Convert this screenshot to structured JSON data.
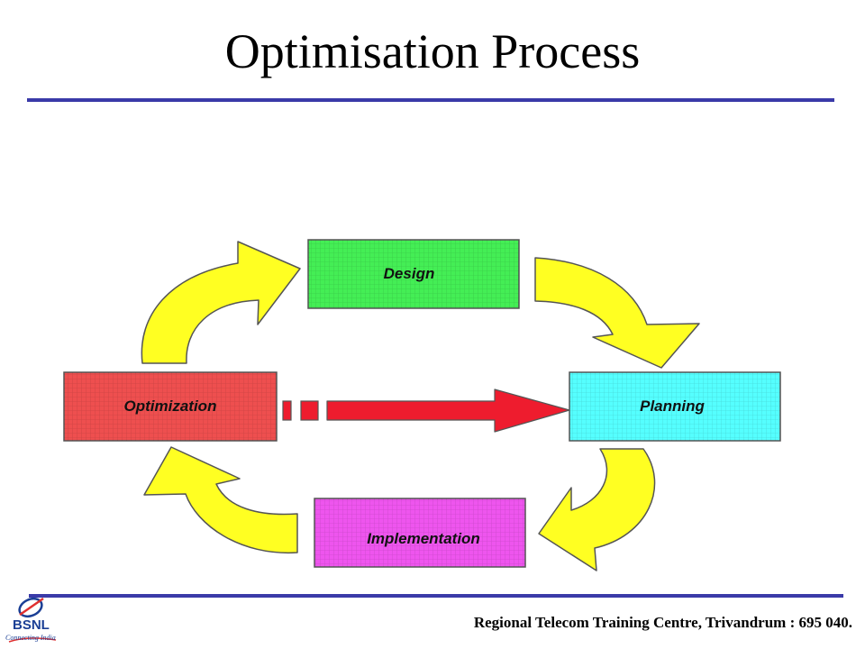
{
  "slide": {
    "title": "Optimisation Process",
    "footer": "Regional Telecom Training Centre, Trivandrum : 695 040."
  },
  "logo": {
    "word": "BSNL",
    "tagline": "Connecting India"
  },
  "diagram": {
    "stages": {
      "design": "Design",
      "planning": "Planning",
      "implementation": "Implementation",
      "optimization": "Optimization"
    },
    "colors": {
      "design": "#44ee55",
      "planning": "#55ffff",
      "implementation": "#ee55ee",
      "optimization": "#ee4f4f",
      "cycle_arrow": "#ffff22",
      "direct_arrow": "#ee1c2e",
      "grid_line": "rgba(0,0,0,0.12)"
    }
  }
}
